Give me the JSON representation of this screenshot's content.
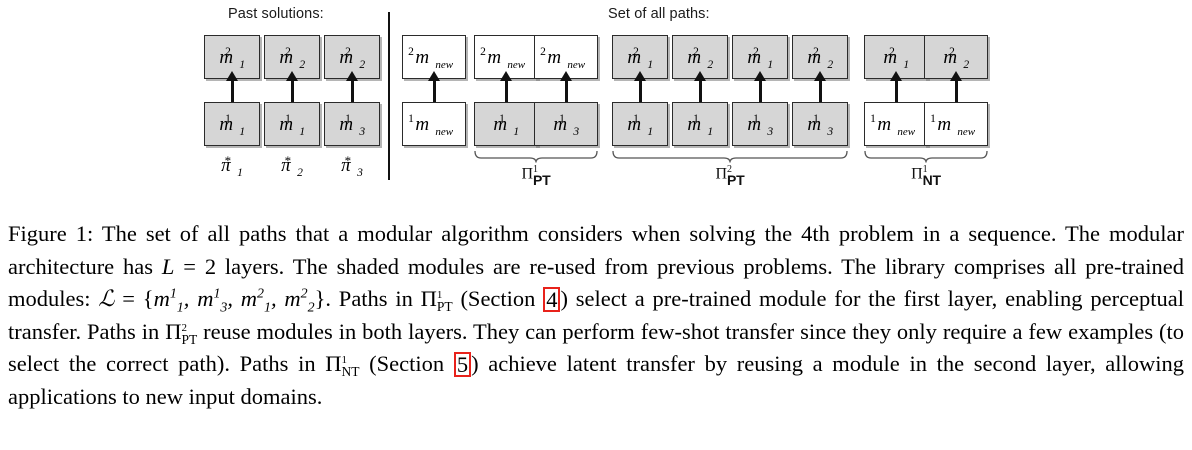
{
  "figure": {
    "headers": {
      "past": "Past solutions:",
      "all_paths": "Set of all paths:"
    },
    "past_solutions": {
      "paths": [
        {
          "top": "m",
          "top_sub": "1",
          "top_sup": "2",
          "bottom": "m",
          "bottom_sub": "1",
          "bottom_sup": "1",
          "label_sub": "1",
          "label_sup": "*",
          "shaded": true
        },
        {
          "top": "m",
          "top_sub": "2",
          "top_sup": "2",
          "bottom": "m",
          "bottom_sub": "1",
          "bottom_sup": "1",
          "label_sub": "2",
          "label_sup": "*",
          "shaded": true
        },
        {
          "top": "m",
          "top_sub": "2",
          "top_sup": "2",
          "bottom": "m",
          "bottom_sub": "3",
          "bottom_sup": "1",
          "label_sub": "3",
          "label_sup": "*",
          "shaded": true
        }
      ],
      "path_label_base": "π"
    },
    "all_paths": {
      "new_path": {
        "top": "m",
        "top_sub": "new",
        "top_sup": "2",
        "bottom": "m",
        "bottom_sub": "new",
        "bottom_sup": "1"
      },
      "groups": [
        {
          "name": "pi-pt-1",
          "label_base": "Π",
          "label_sup": "1",
          "label_sub": "PT",
          "paths": [
            {
              "top": "m",
              "top_sub": "new",
              "top_sup": "2",
              "top_shaded": false,
              "bottom": "m",
              "bottom_sub": "1",
              "bottom_sup": "1",
              "bottom_shaded": true
            },
            {
              "top": "m",
              "top_sub": "new",
              "top_sup": "2",
              "top_shaded": false,
              "bottom": "m",
              "bottom_sub": "3",
              "bottom_sup": "1",
              "bottom_shaded": true
            }
          ]
        },
        {
          "name": "pi-pt-2",
          "label_base": "Π",
          "label_sup": "2",
          "label_sub": "PT",
          "paths": [
            {
              "top": "m",
              "top_sub": "1",
              "top_sup": "2",
              "top_shaded": true,
              "bottom": "m",
              "bottom_sub": "1",
              "bottom_sup": "1",
              "bottom_shaded": true
            },
            {
              "top": "m",
              "top_sub": "2",
              "top_sup": "2",
              "top_shaded": true,
              "bottom": "m",
              "bottom_sub": "1",
              "bottom_sup": "1",
              "bottom_shaded": true
            },
            {
              "top": "m",
              "top_sub": "1",
              "top_sup": "2",
              "top_shaded": true,
              "bottom": "m",
              "bottom_sub": "3",
              "bottom_sup": "1",
              "bottom_shaded": true
            },
            {
              "top": "m",
              "top_sub": "2",
              "top_sup": "2",
              "top_shaded": true,
              "bottom": "m",
              "bottom_sub": "3",
              "bottom_sup": "1",
              "bottom_shaded": true
            }
          ]
        },
        {
          "name": "pi-nt-1",
          "label_base": "Π",
          "label_sup": "1",
          "label_sub": "NT",
          "paths": [
            {
              "top": "m",
              "top_sub": "1",
              "top_sup": "2",
              "top_shaded": true,
              "bottom": "m",
              "bottom_sub": "new",
              "bottom_sup": "1",
              "bottom_shaded": false
            },
            {
              "top": "m",
              "top_sub": "2",
              "top_sup": "2",
              "top_shaded": true,
              "bottom": "m",
              "bottom_sub": "new",
              "bottom_sup": "1",
              "bottom_shaded": false
            }
          ]
        }
      ]
    }
  },
  "caption": {
    "figure_number": "Figure 1:",
    "t1": " The set of all paths that a modular algorithm considers when solving the 4th problem in a sequence. The modular architecture has ",
    "L": "L",
    "t2": " = 2 layers. The shaded modules are re-used from previous problems. The library comprises all pre-trained modules: ",
    "library_symbol": "ℒ",
    "library_eq": " = {",
    "library_items": "m₁¹, m₃¹, m₁², m₂²",
    "library_close": "}. Paths in ",
    "t3": " (Section ",
    "ref_4": "4",
    "t4": ") select a pre-trained module for the first layer, enabling perceptual transfer. Paths in ",
    "t5": " reuse modules in both layers. They can perform few-shot transfer since they only require a few examples (to select the correct path). Paths in ",
    "t6": " (Section ",
    "ref_5": "5",
    "t7": ") achieve latent transfer by reusing a module in the second layer, allowing applications to new input domains.",
    "highlight_color": "#e8221b"
  }
}
